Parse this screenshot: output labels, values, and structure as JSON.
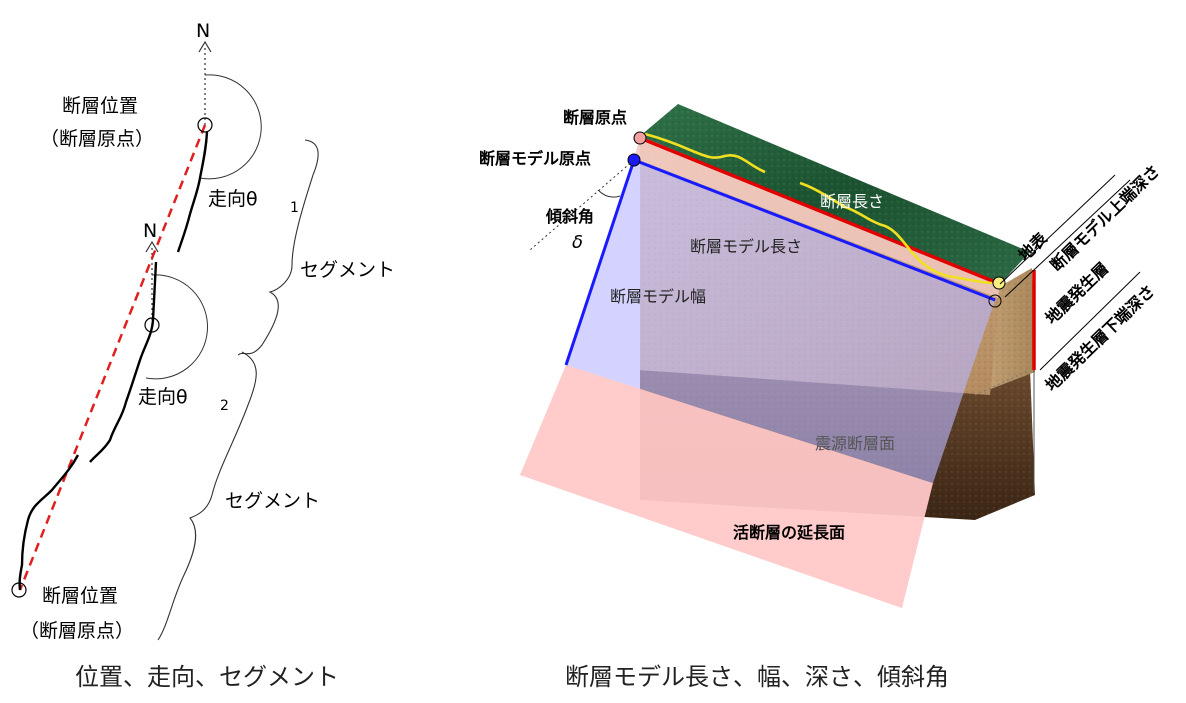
{
  "left_diagram": {
    "north_top": "N",
    "north_mid": "N",
    "fault_position_top": "断層位置",
    "fault_origin_top": "（断層原点）",
    "strike_1": "走向θ",
    "strike_1_sub": "1",
    "strike_2": "走向θ",
    "strike_2_sub": "2",
    "segment_1": "セグメント",
    "segment_2": "セグメント",
    "fault_position_bottom": "断層位置",
    "fault_origin_bottom": "（断層原点）",
    "caption": "位置、走向、セグメント"
  },
  "right_diagram": {
    "fault_origin": "断層原点",
    "model_origin": "断層モデル原点",
    "dip_angle": "傾斜角",
    "dip_symbol": "δ",
    "fault_length": "断層長さ",
    "model_length": "断層モデル長さ",
    "model_width": "断層モデル幅",
    "source_plane": "震源断層面",
    "extension_plane": "活断層の延長面",
    "surface": "地表",
    "model_top_depth": "断層モデル上端深さ",
    "seismogenic_layer": "地震発生層",
    "seismogenic_bottom_depth": "地震発生層下端深さ",
    "caption": "断層モデル長さ、幅、深さ、傾斜角"
  },
  "colors": {
    "dashed_fault": "#e02020",
    "model_edge": "#1a1aff",
    "fault_edge": "#e00000",
    "trace": "#f0e020",
    "surface": "#1f5a34",
    "source_plane": "#b9b7ff",
    "extension_plane": "#ffc8c8"
  }
}
